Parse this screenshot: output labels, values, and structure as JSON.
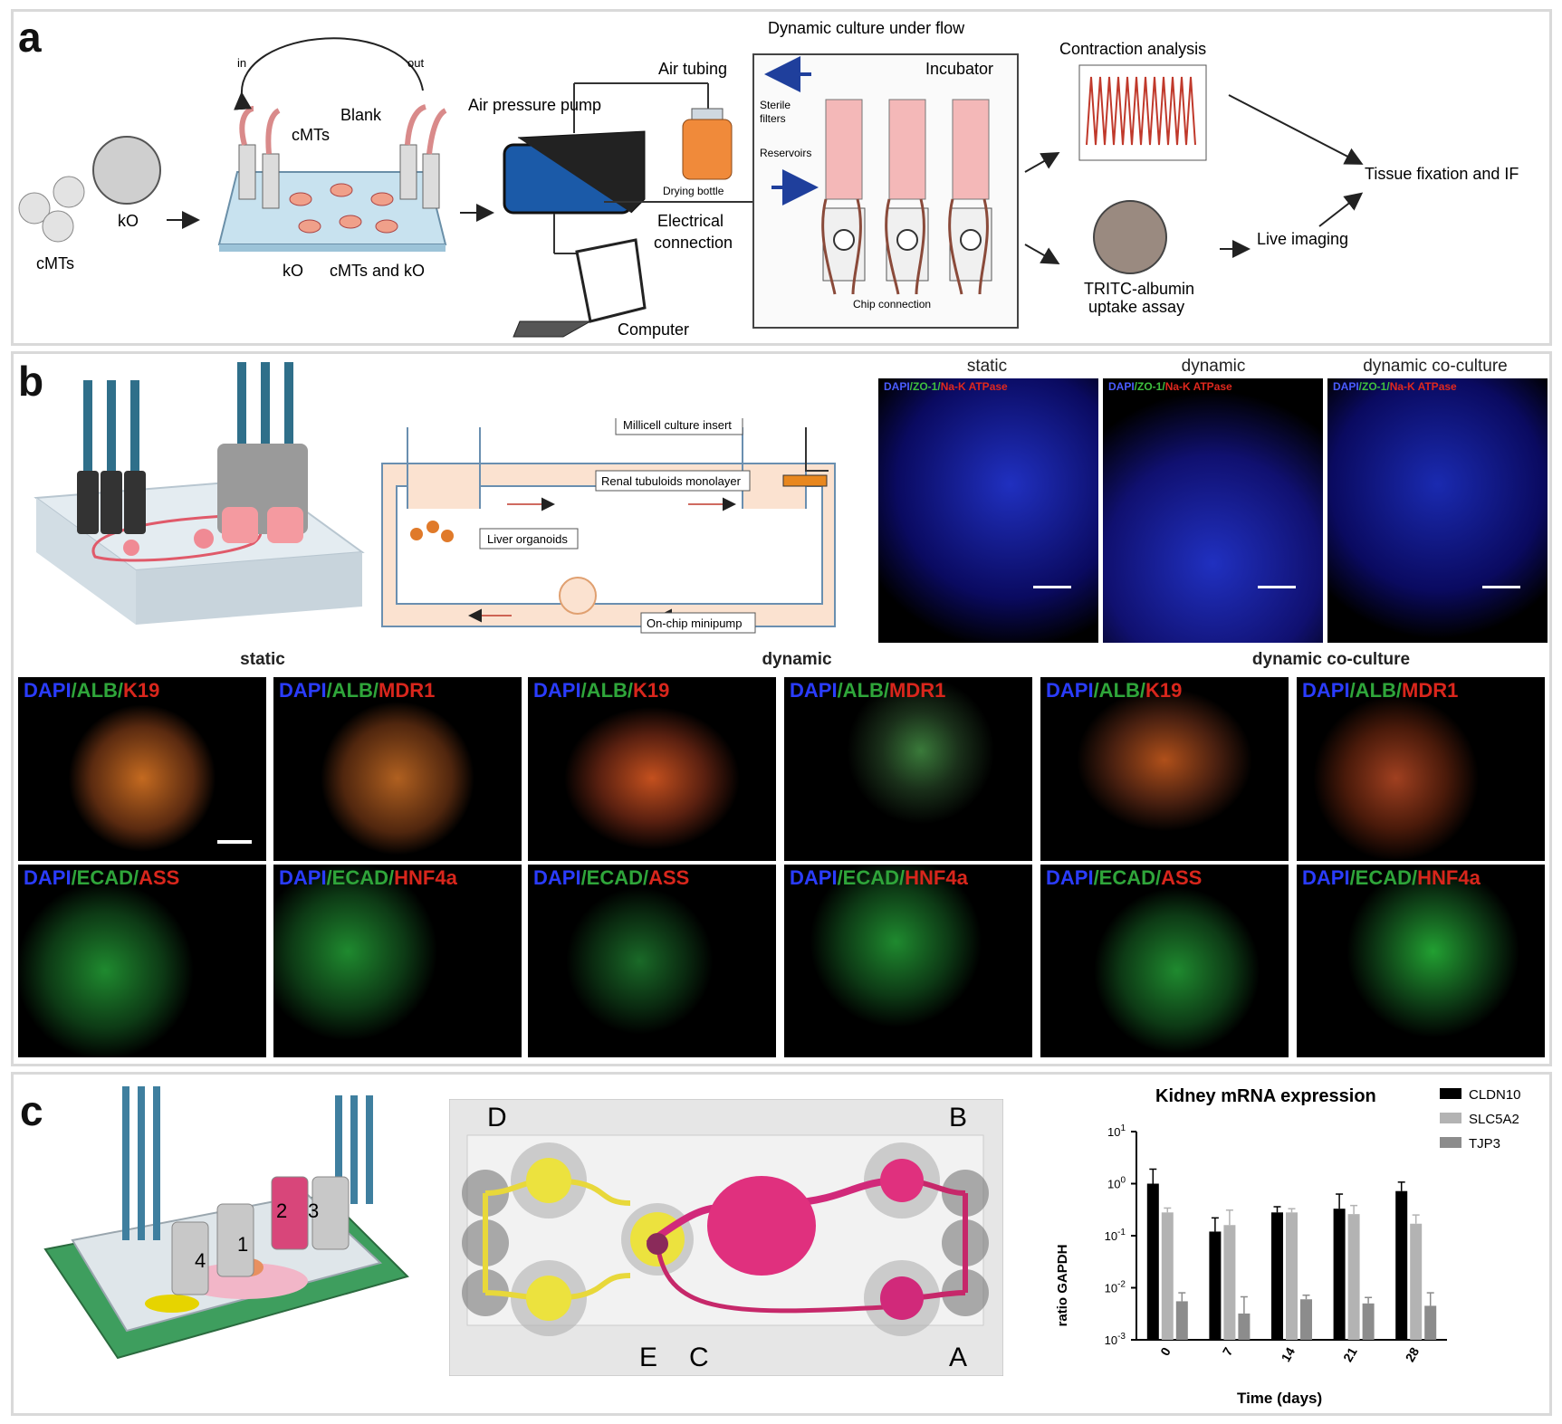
{
  "panel_a": {
    "label": "a",
    "cmts": "cMTs",
    "ko": "kO",
    "in": "in",
    "out": "out",
    "cmts2": "cMTs",
    "blank": "Blank",
    "ko2": "kO",
    "cmts_and_ko": "cMTs and kO",
    "air_pressure_pump": "Air pressure pump",
    "air_tubing": "Air tubing",
    "drying_bottle": "Drying bottle",
    "electrical_connection": [
      "Electrical",
      "connection"
    ],
    "computer": "Computer",
    "dynamic_culture": "Dynamic culture under flow",
    "incubator": "Incubator",
    "sterile_filters": [
      "Sterile",
      "filters"
    ],
    "reservoirs": "Reservoirs",
    "chip_connection": "Chip connection",
    "contraction_analysis": "Contraction analysis",
    "tissue_fixation": "Tissue fixation and IF",
    "live_imaging": "Live imaging",
    "tritc": [
      "TRITC-albumin",
      "uptake assay"
    ]
  },
  "panel_b": {
    "label": "b",
    "millicell": "Millicell culture insert",
    "renal": "Renal tubuloids monolayer",
    "liver": "Liver organoids",
    "minipump": "On-chip minipump",
    "top_titles": [
      "static",
      "dynamic",
      "dynamic co-culture"
    ],
    "top_stain": {
      "a": "DAPI",
      "b": "/ZO-1/",
      "c": "Na-K ATPase"
    },
    "row_titles": [
      "static",
      "dynamic",
      "dynamic co-culture"
    ],
    "row1": [
      {
        "a": "DAPI",
        "b": "/ALB/",
        "c": "K19"
      },
      {
        "a": "DAPI",
        "b": "/ALB/",
        "c": "MDR1"
      },
      {
        "a": "DAPI",
        "b": "/ALB/",
        "c": "K19"
      },
      {
        "a": "DAPI",
        "b": "/ALB/",
        "c": "MDR1"
      },
      {
        "a": "DAPI",
        "b": "/ALB/",
        "c": "K19"
      },
      {
        "a": "DAPI",
        "b": "/ALB/",
        "c": "MDR1"
      }
    ],
    "row2": [
      {
        "a": "DAPI",
        "b": "/ECAD/",
        "c": "ASS"
      },
      {
        "a": "DAPI",
        "b": "/ECAD/",
        "c": "HNF4a"
      },
      {
        "a": "DAPI",
        "b": "/ECAD/",
        "c": "ASS"
      },
      {
        "a": "DAPI",
        "b": "/ECAD/",
        "c": "HNF4a"
      },
      {
        "a": "DAPI",
        "b": "/ECAD/",
        "c": "ASS"
      },
      {
        "a": "DAPI",
        "b": "/ECAD/",
        "c": "HNF4a"
      }
    ]
  },
  "panel_c": {
    "label": "c",
    "chip_numbers": [
      "1",
      "2",
      "3",
      "4"
    ],
    "letters": {
      "A": "A",
      "B": "B",
      "C": "C",
      "D": "D",
      "E": "E"
    }
  },
  "chart_data": {
    "type": "bar",
    "title": "Kidney mRNA expression",
    "xlabel": "Time (days)",
    "ylabel": "ratio GAPDH",
    "yscale": "log",
    "ylim": [
      0.001,
      10
    ],
    "yticks": [
      {
        "v": 10,
        "base": "10",
        "exp": "1"
      },
      {
        "v": 1,
        "base": "10",
        "exp": "0"
      },
      {
        "v": 0.1,
        "base": "10",
        "exp": "-1"
      },
      {
        "v": 0.01,
        "base": "10",
        "exp": "-2"
      },
      {
        "v": 0.001,
        "base": "10",
        "exp": "-3"
      }
    ],
    "categories": [
      "0",
      "7",
      "14",
      "21",
      "28"
    ],
    "legend_position": "top-right",
    "series": [
      {
        "name": "CLDN10",
        "color": "#000000",
        "values": [
          1.0,
          0.12,
          0.28,
          0.33,
          0.72
        ],
        "err": [
          0.9,
          0.1,
          0.08,
          0.3,
          0.35
        ]
      },
      {
        "name": "SLC5A2",
        "color": "#b3b3b3",
        "values": [
          0.28,
          0.16,
          0.28,
          0.26,
          0.17
        ],
        "err": [
          0.06,
          0.15,
          0.05,
          0.12,
          0.08
        ]
      },
      {
        "name": "TJP3",
        "color": "#8c8c8c",
        "values": [
          0.0055,
          0.0032,
          0.006,
          0.005,
          0.0045
        ],
        "err": [
          0.0025,
          0.0035,
          0.0012,
          0.0015,
          0.0035
        ]
      }
    ]
  }
}
